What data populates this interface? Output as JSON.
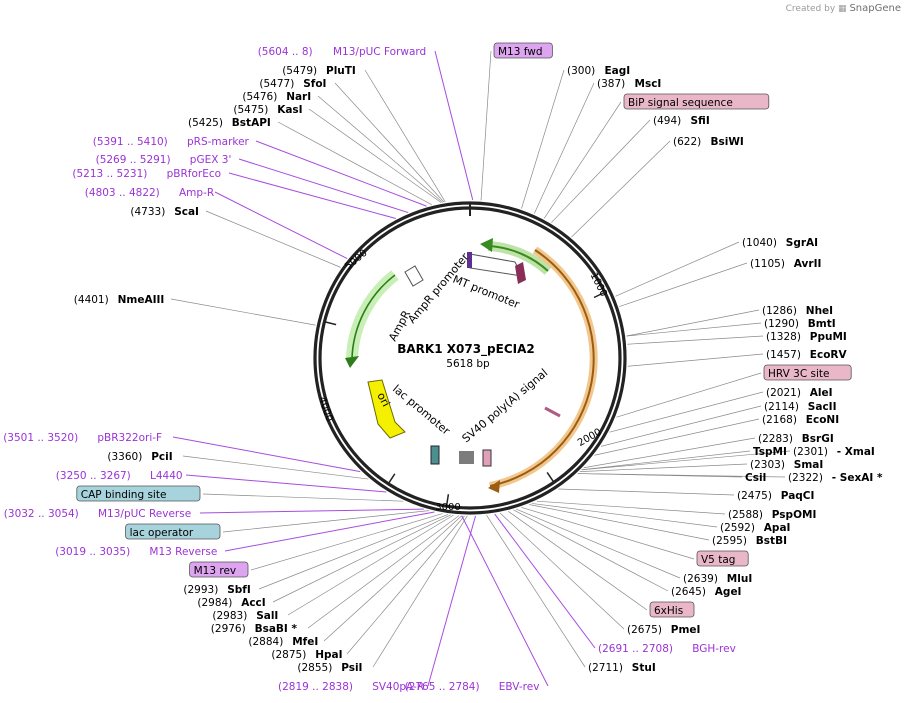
{
  "credit": {
    "prefix": "Created by",
    "brand": "SnapGene"
  },
  "plasmid": {
    "name": "BARK1 X073_pECIA2",
    "length": "5618 bp"
  },
  "ticks": [
    "1000",
    "2000",
    "3000",
    "4000",
    "5000"
  ],
  "features": [
    {
      "name": "MT promoter",
      "kind": "promoter"
    },
    {
      "name": "AmpR promoter",
      "kind": "promoter"
    },
    {
      "name": "AmpR",
      "kind": "gene"
    },
    {
      "name": "ori",
      "kind": "origin"
    },
    {
      "name": "lac promoter",
      "kind": "promoter"
    },
    {
      "name": "SV40 poly(A) signal",
      "kind": "terminator"
    },
    {
      "name": "BiP signal sequence",
      "kind": "signal"
    },
    {
      "name": "HRV 3C site",
      "kind": "site"
    },
    {
      "name": "V5 tag",
      "kind": "tag"
    },
    {
      "name": "6xHis",
      "kind": "tag"
    }
  ],
  "labels": [
    {
      "name": "M13/pUC Forward",
      "pos": "(5604 .. 8)",
      "type": "primer"
    },
    {
      "name": "PluTI",
      "pos": "(5479)",
      "type": "enzyme"
    },
    {
      "name": "SfoI",
      "pos": "(5477)",
      "type": "enzyme"
    },
    {
      "name": "NarI",
      "pos": "(5476)",
      "type": "enzyme"
    },
    {
      "name": "KasI",
      "pos": "(5475)",
      "type": "enzyme"
    },
    {
      "name": "BstAPI",
      "pos": "(5425)",
      "type": "enzyme"
    },
    {
      "name": "pRS-marker",
      "pos": "(5391 .. 5410)",
      "type": "primer"
    },
    {
      "name": "pGEX 3'",
      "pos": "(5269 .. 5291)",
      "type": "primer"
    },
    {
      "name": "pBRforEco",
      "pos": "(5213 .. 5231)",
      "type": "primer"
    },
    {
      "name": "Amp-R",
      "pos": "(4803 .. 4822)",
      "type": "primer"
    },
    {
      "name": "ScaI",
      "pos": "(4733)",
      "type": "enzyme"
    },
    {
      "name": "NmeAIII",
      "pos": "(4401)",
      "type": "enzyme"
    },
    {
      "name": "pBR322ori-F",
      "pos": "(3501 .. 3520)",
      "type": "primer"
    },
    {
      "name": "PciI",
      "pos": "(3360)",
      "type": "enzyme"
    },
    {
      "name": "L4440",
      "pos": "(3250 .. 3267)",
      "type": "primer"
    },
    {
      "name": "CAP binding site",
      "pos": "",
      "type": "feature_box",
      "color": "#a6d3dc"
    },
    {
      "name": "M13/pUC Reverse",
      "pos": "(3032 .. 3054)",
      "type": "primer"
    },
    {
      "name": "lac operator",
      "pos": "",
      "type": "feature_box",
      "color": "#a6d3dc"
    },
    {
      "name": "M13 Reverse",
      "pos": "(3019 .. 3035)",
      "type": "primer"
    },
    {
      "name": "M13 rev",
      "pos": "",
      "type": "feature_box",
      "color": "#dda4f0"
    },
    {
      "name": "SbfI",
      "pos": "(2993)",
      "type": "enzyme"
    },
    {
      "name": "AccI",
      "pos": "(2984)",
      "type": "enzyme"
    },
    {
      "name": "SalI",
      "pos": "(2983)",
      "type": "enzyme"
    },
    {
      "name": "BsaBI *",
      "pos": "(2976)",
      "type": "enzyme"
    },
    {
      "name": "MfeI",
      "pos": "(2884)",
      "type": "enzyme"
    },
    {
      "name": "HpaI",
      "pos": "(2875)",
      "type": "enzyme"
    },
    {
      "name": "PsiI",
      "pos": "(2855)",
      "type": "enzyme"
    },
    {
      "name": "SV40pA-R",
      "pos": "(2819 .. 2838)",
      "type": "primer"
    },
    {
      "name": "EBV-rev",
      "pos": "(2765 .. 2784)",
      "type": "primer"
    },
    {
      "name": "StuI",
      "pos": "(2711)",
      "type": "enzyme"
    },
    {
      "name": "BGH-rev",
      "pos": "(2691 .. 2708)",
      "type": "primer"
    },
    {
      "name": "PmeI",
      "pos": "(2675)",
      "type": "enzyme"
    },
    {
      "name": "6xHis",
      "pos": "",
      "type": "feature_box",
      "color": "#e9b7c8"
    },
    {
      "name": "AgeI",
      "pos": "(2645)",
      "type": "enzyme"
    },
    {
      "name": "MluI",
      "pos": "(2639)",
      "type": "enzyme"
    },
    {
      "name": "V5 tag",
      "pos": "",
      "type": "feature_box",
      "color": "#e9b7c8"
    },
    {
      "name": "BstBI",
      "pos": "(2595)",
      "type": "enzyme"
    },
    {
      "name": "ApaI",
      "pos": "(2592)",
      "type": "enzyme"
    },
    {
      "name": "PspOMI",
      "pos": "(2588)",
      "type": "enzyme"
    },
    {
      "name": "PaqCI",
      "pos": "(2475)",
      "type": "enzyme"
    },
    {
      "name": "CsiI",
      "pos": "",
      "type": "enzyme"
    },
    {
      "name": "- SexAI *",
      "pos": "(2322)",
      "type": "enzyme"
    },
    {
      "name": "SmaI",
      "pos": "(2303)",
      "type": "enzyme"
    },
    {
      "name": "TspMI",
      "pos": "",
      "type": "enzyme"
    },
    {
      "name": "- XmaI",
      "pos": "(2301)",
      "type": "enzyme"
    },
    {
      "name": "BsrGI",
      "pos": "(2283)",
      "type": "enzyme"
    },
    {
      "name": "EcoNI",
      "pos": "(2168)",
      "type": "enzyme"
    },
    {
      "name": "SacII",
      "pos": "(2114)",
      "type": "enzyme"
    },
    {
      "name": "AleI",
      "pos": "(2021)",
      "type": "enzyme"
    },
    {
      "name": "HRV 3C site",
      "pos": "",
      "type": "feature_box",
      "color": "#e9b7c8"
    },
    {
      "name": "EcoRV",
      "pos": "(1457)",
      "type": "enzyme"
    },
    {
      "name": "PpuMI",
      "pos": "(1328)",
      "type": "enzyme"
    },
    {
      "name": "BmtI",
      "pos": "(1290)",
      "type": "enzyme"
    },
    {
      "name": "NheI",
      "pos": "(1286)",
      "type": "enzyme"
    },
    {
      "name": "AvrII",
      "pos": "(1105)",
      "type": "enzyme"
    },
    {
      "name": "SgrAI",
      "pos": "(1040)",
      "type": "enzyme"
    },
    {
      "name": "BsiWI",
      "pos": "(622)",
      "type": "enzyme"
    },
    {
      "name": "SfiI",
      "pos": "(494)",
      "type": "enzyme"
    },
    {
      "name": "BiP signal sequence",
      "pos": "",
      "type": "feature_box",
      "color": "#e9b7c8"
    },
    {
      "name": "MscI",
      "pos": "(387)",
      "type": "enzyme"
    },
    {
      "name": "EagI",
      "pos": "(300)",
      "type": "enzyme"
    },
    {
      "name": "M13 fwd",
      "pos": "",
      "type": "feature_box",
      "color": "#dda4f0"
    }
  ]
}
